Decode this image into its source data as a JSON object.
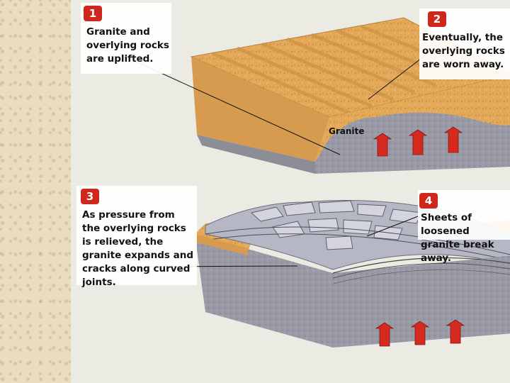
{
  "panels": [
    {
      "number": "1",
      "caption": "Granite and overlying rocks are uplifted."
    },
    {
      "number": "2",
      "caption": "Eventually, the overlying rocks are worn away."
    },
    {
      "number": "3",
      "caption": "As pressure from the overlying rocks is relieved, the granite expands and cracks along curved joints."
    },
    {
      "number": "4",
      "caption": "Sheets of loosened granite break away."
    }
  ],
  "granite_label": "Granite",
  "colors": {
    "badge": "#d0271d",
    "arrow": "#d42a1f",
    "sand": "#e3a858",
    "granite": "#9a9aa6",
    "parchment": "#eadcbf"
  }
}
